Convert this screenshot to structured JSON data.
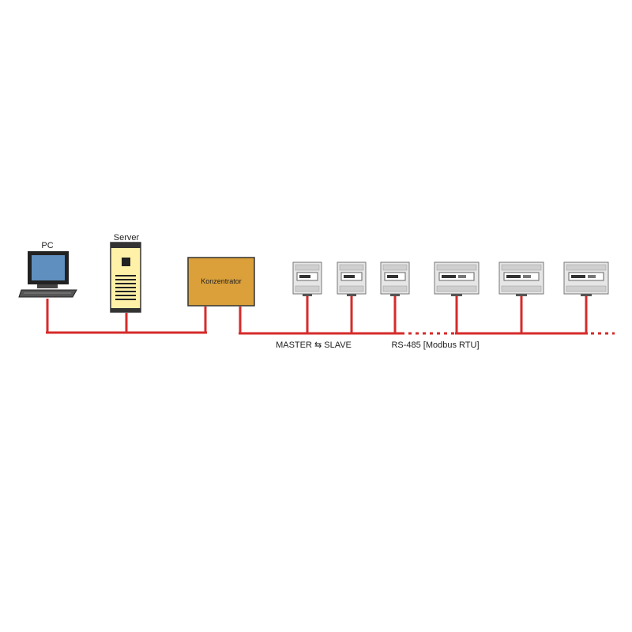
{
  "colors": {
    "bus": "#d62b2b",
    "konzentrator_fill": "#dba03a",
    "server_fill": "#fff2a8",
    "monitor_screen": "#5f8fbf"
  },
  "nodes": {
    "pc": {
      "label": "PC",
      "icon": "computer-icon"
    },
    "server": {
      "label": "Server",
      "icon": "server-tower-icon"
    },
    "konzentrator": {
      "label": "Konzentrator",
      "icon": "concentrator-box"
    }
  },
  "meters": [
    {
      "icon": "small-meter-icon"
    },
    {
      "icon": "small-meter-icon"
    },
    {
      "icon": "small-meter-icon"
    },
    {
      "icon": "large-meter-icon"
    },
    {
      "icon": "large-meter-icon"
    },
    {
      "icon": "large-meter-icon"
    }
  ],
  "bus_labels": {
    "master_slave": "MASTER ⇆ SLAVE",
    "protocol": "RS-485 [Modbus RTU]"
  }
}
